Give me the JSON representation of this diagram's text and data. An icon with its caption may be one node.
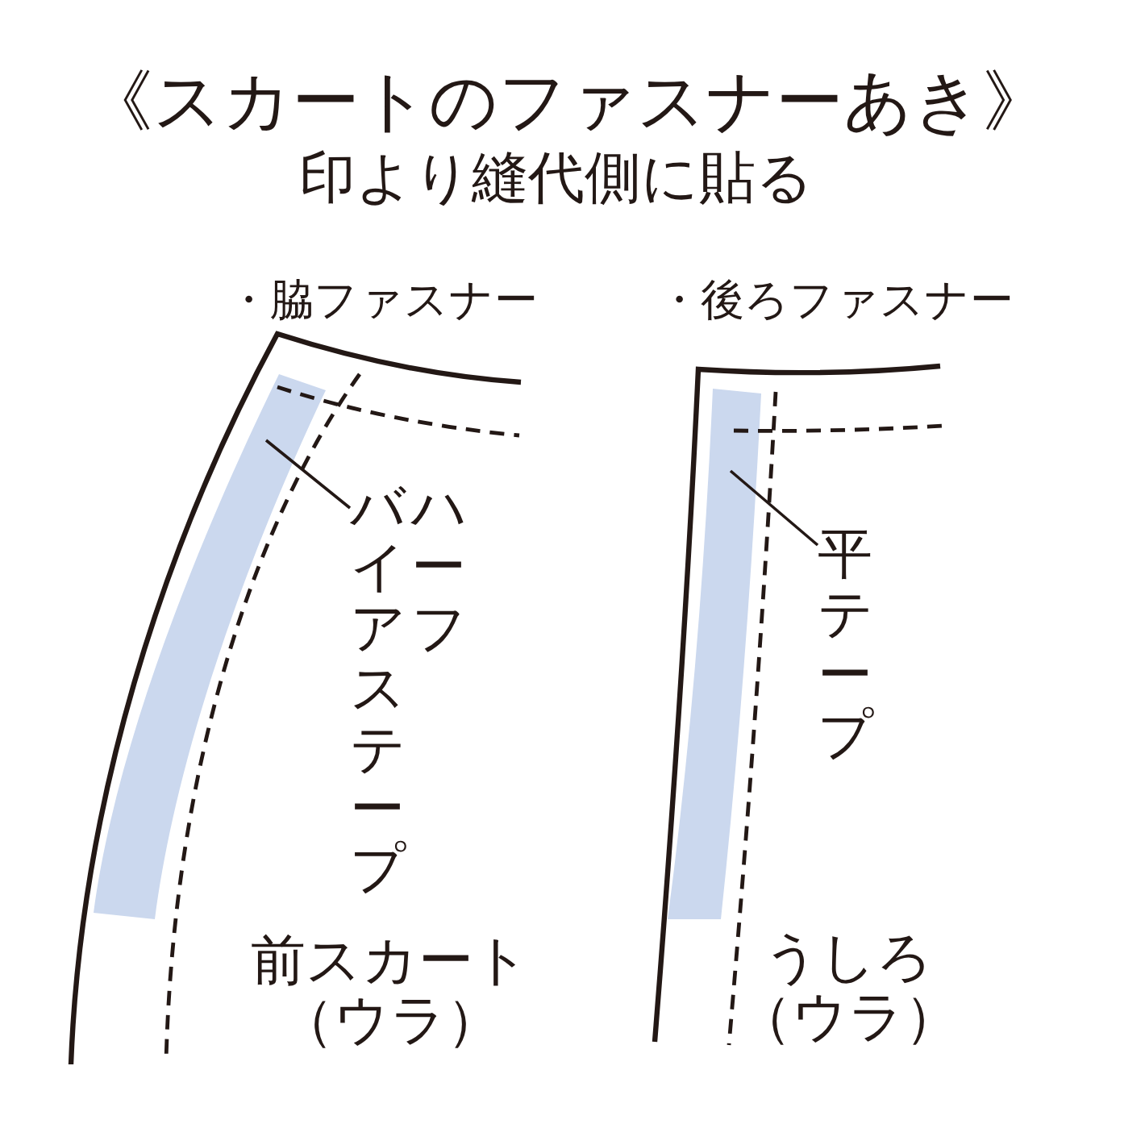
{
  "diagram": {
    "title": "《スカートのファスナーあき》",
    "nodes": [
      {
        "text": [
          "ハーフバイアステープ"
        ]
      },
      {
        "text": [],
        "shape": "bar"
      },
      {
        "text": [
          "平テープ"
        ]
      },
      {
        "text": [],
        "shape": "bar"
      }
    ],
    "edges": [
      {
        "from": 0,
        "to": 1,
        "arrow": "none"
      },
      {
        "from": 2,
        "to": 3,
        "arrow": "none"
      }
    ],
    "labels": [
      "印より縫代側に貼る",
      "・脇ファスナー",
      "・後ろファスナー",
      "前スカート（ウラ）",
      "うしろ（ウラ）"
    ]
  }
}
